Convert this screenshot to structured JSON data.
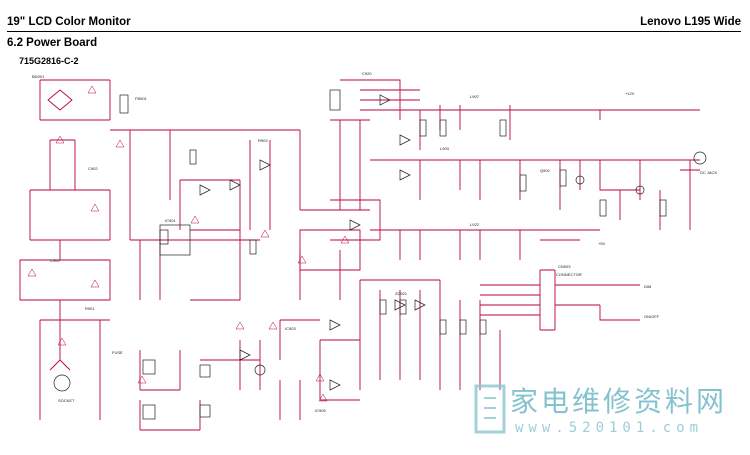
{
  "header": {
    "model_title": "19\" LCD Color Monitor",
    "brand_model": "Lenovo L195 Wide"
  },
  "section": {
    "title": "6.2 Power Board",
    "part_number": "715G2816-C-2"
  },
  "labels": {
    "dc_jack": "DC JACK",
    "connector": "CONNECTOR",
    "socket": "SOCKET",
    "fuse": "FUSE",
    "v12": "+12V",
    "v5": "+5V",
    "on_off": "ON/OFF",
    "dim": "DIM"
  },
  "watermark": {
    "text": "家电维修资料网",
    "url": "www.520101.com"
  },
  "colors": {
    "wire": "#b8004a",
    "component": "#222222",
    "watermark": "#6fb8c8"
  }
}
